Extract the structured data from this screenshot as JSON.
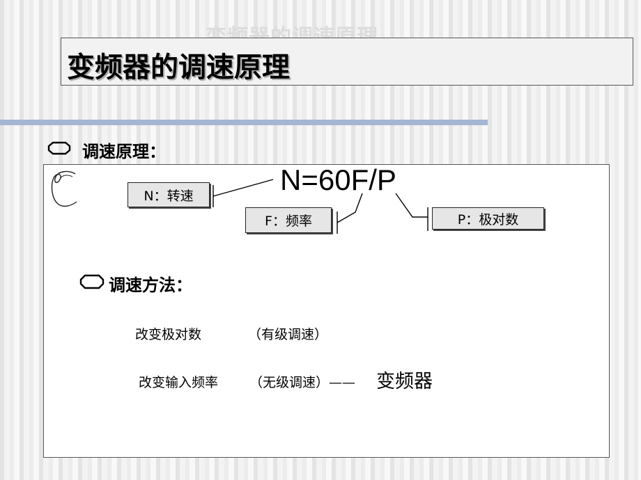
{
  "slide": {
    "watermark_title": "变频器的调速原理",
    "title": "变频器的调速原理"
  },
  "section1": {
    "heading": "调速原理：",
    "formula": "N=60F/P",
    "labels": {
      "n": "N：转速",
      "f": "F：频率",
      "p": "P：极对数"
    }
  },
  "section2": {
    "heading": "调速方法：",
    "methods": [
      {
        "text": "改变极对数",
        "note": "（有级调速）"
      },
      {
        "text": "改变输入频率",
        "note": "（无级调速）——"
      }
    ],
    "result": "变频器"
  },
  "icons": {
    "bullet": "bracket-bullet-icon",
    "decoration": "curl-ornament-icon"
  },
  "colors": {
    "accent_rule": "#a4b6d2",
    "label_fill": "#e6e6e6"
  }
}
